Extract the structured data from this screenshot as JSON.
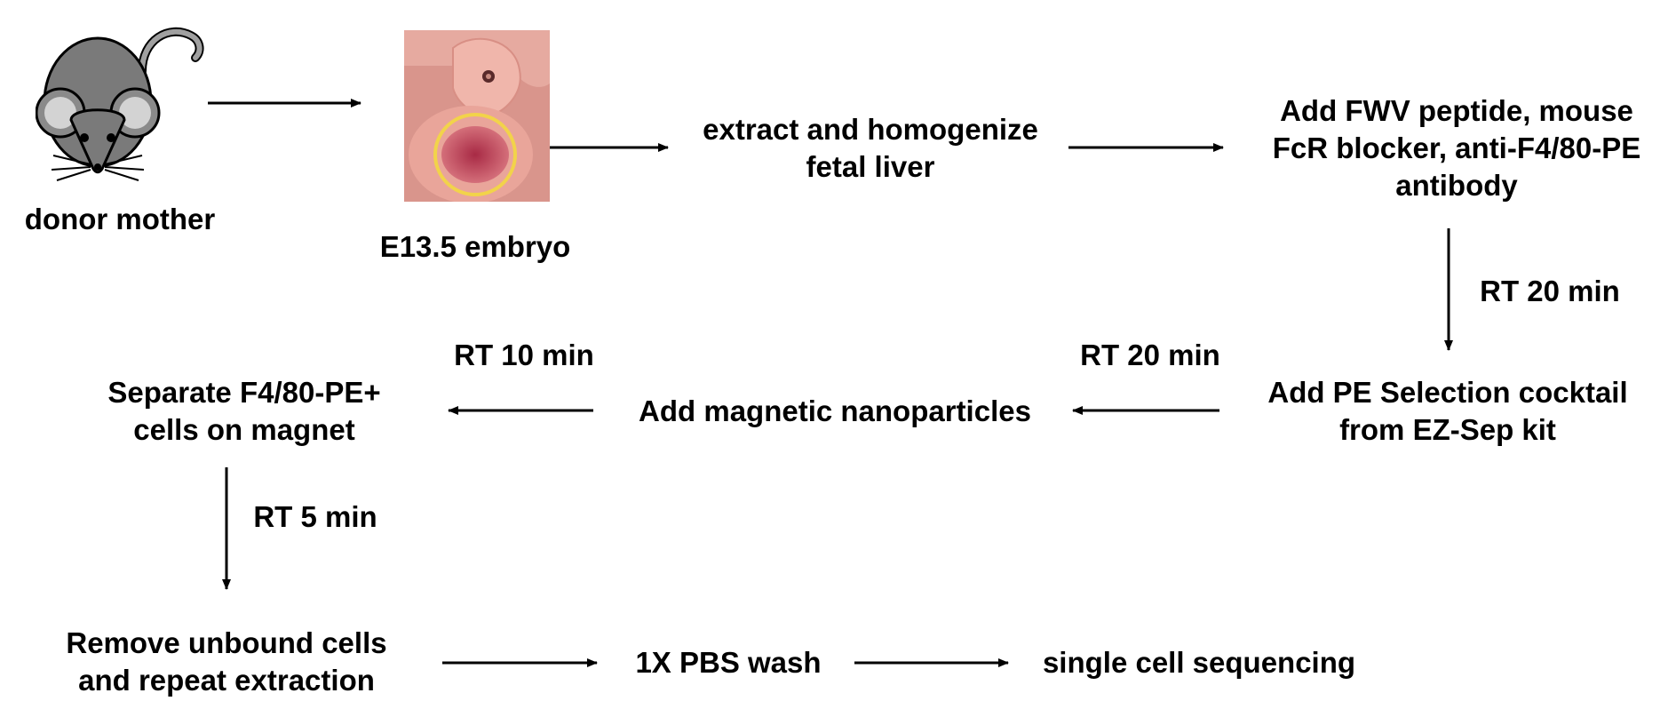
{
  "labels": {
    "donor_mother": "donor mother",
    "embryo": "E13.5 embryo",
    "extract": "extract and homogenize\nfetal liver",
    "add_fwv": "Add FWV peptide, mouse\nFcR blocker, anti-F4/80-PE\nantibody",
    "rt_20_a": "RT 20 min",
    "add_pe": "Add PE Selection cocktail\nfrom EZ-Sep kit",
    "rt_20_b": "RT 20 min",
    "add_magnetic": "Add magnetic nanoparticles",
    "rt_10": "RT 10 min",
    "separate": "Separate F4/80-PE+\ncells on magnet",
    "rt_5": "RT 5 min",
    "remove": "Remove unbound cells\nand repeat extraction",
    "pbs_wash": "1X PBS wash",
    "sequencing": "single cell sequencing"
  },
  "icons": {
    "mouse": "mouse-icon",
    "embryo": "embryo-photo"
  },
  "colors": {
    "text": "#000000",
    "mouse_body": "#7a7a7a",
    "mouse_ear_inner": "#d3d3d3",
    "embryo_bg": "#d9958c",
    "liver": "#a82a45",
    "circle": "#f2d34a"
  }
}
